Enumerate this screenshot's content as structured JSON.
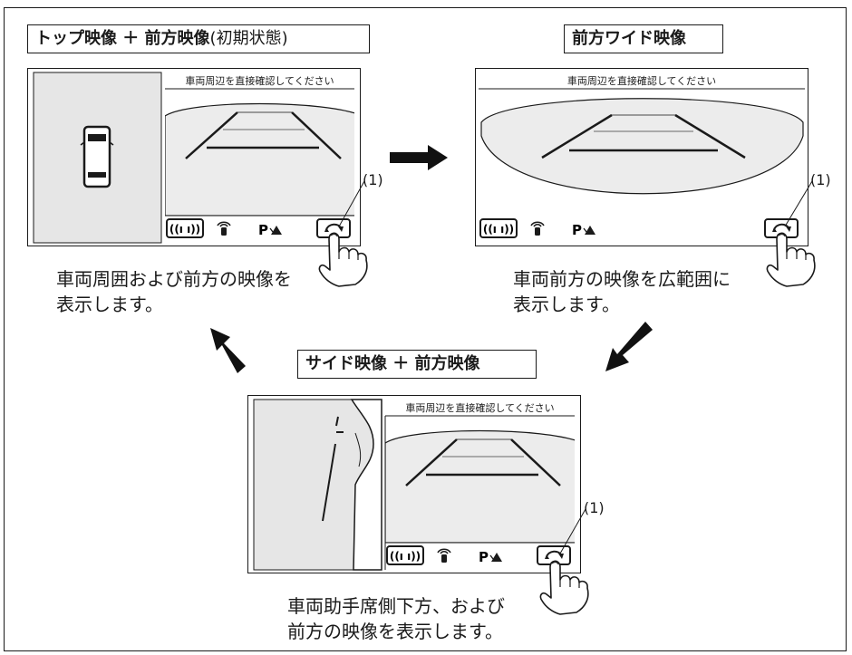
{
  "panels": {
    "top_front": {
      "title": "トップ映像 ＋ 前方映像",
      "title_sub": "(初期状態)",
      "warning": "車両周辺を直接確認してください",
      "callout": "(1)",
      "desc_line1": "車両周囲および前方の映像を",
      "desc_line2": "表示します。"
    },
    "wide_front": {
      "title": "前方ワイド映像",
      "warning": "車両周辺を直接確認してください",
      "callout": "(1)",
      "desc_line1": "車両前方の映像を広範囲に",
      "desc_line2": "表示します。"
    },
    "side_front": {
      "title": "サイド映像 ＋ 前方映像",
      "warning": "車両周辺を直接確認してください",
      "callout": "(1)",
      "desc_line1": "車両助手席側下方、および",
      "desc_line2": "前方の映像を表示します。"
    }
  },
  "toolbar_icons": [
    "sensor-waves-icon",
    "parking-sensor-icon",
    "park-assist-icon",
    "view-switch-icon"
  ],
  "p_label": "P"
}
